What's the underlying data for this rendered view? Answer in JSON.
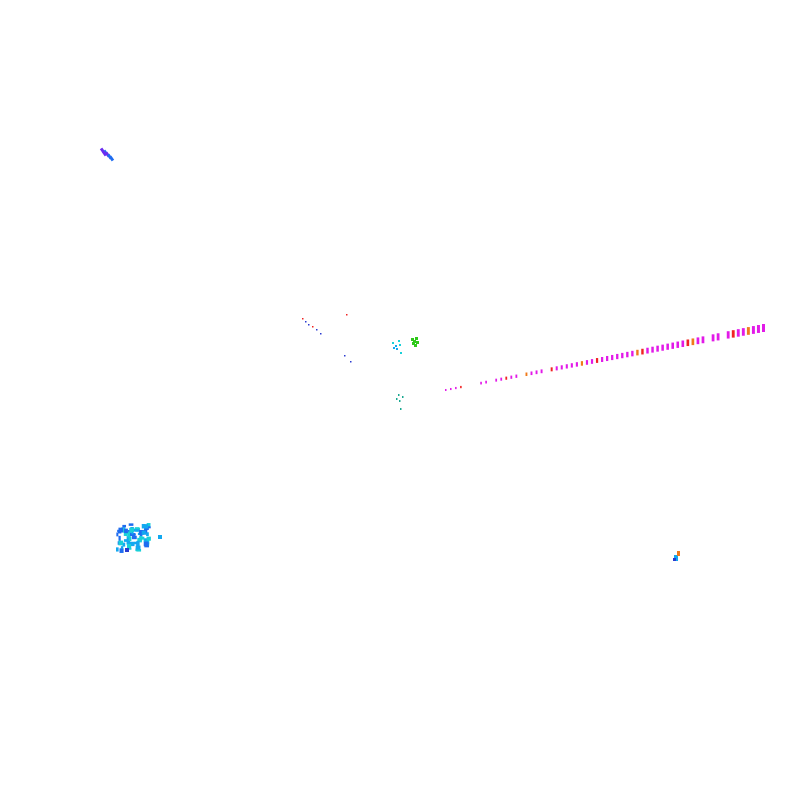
{
  "palette": {
    "background": "#ffffff",
    "blue": "#1e6cf0",
    "sky": "#12a8f0",
    "cyan": "#19d0d8",
    "violet": "#6a2cf0",
    "magenta": "#e21ae8",
    "red": "#f02323",
    "orange": "#f07a1a",
    "green": "#2ec81a",
    "teal": "#1aa890",
    "navy": "#2a3ad0"
  },
  "clusters": [
    {
      "name": "violet-cluster-top-left",
      "color_keys": [
        "violet",
        "blue"
      ]
    },
    {
      "name": "blue-cluster-bottom-left",
      "color_keys": [
        "blue",
        "sky",
        "cyan"
      ]
    },
    {
      "name": "cyan-cluster-center",
      "color_keys": [
        "cyan",
        "sky"
      ]
    },
    {
      "name": "green-cluster-center",
      "color_keys": [
        "green",
        "teal"
      ]
    },
    {
      "name": "magenta-streak-right",
      "color_keys": [
        "magenta",
        "red",
        "orange"
      ]
    },
    {
      "name": "small-cluster-bottom-right",
      "color_keys": [
        "sky",
        "orange",
        "navy"
      ]
    }
  ]
}
